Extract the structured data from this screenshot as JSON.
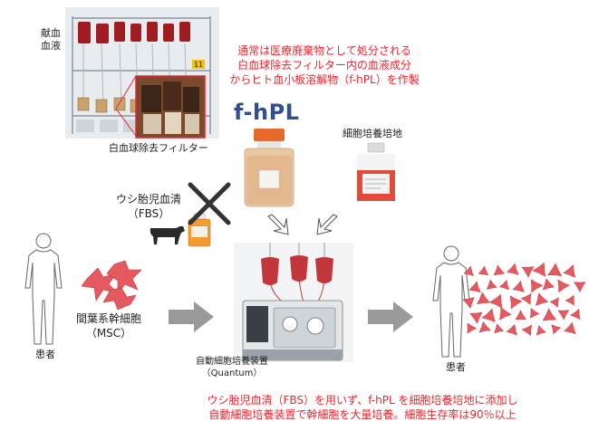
{
  "labels": {
    "donated_blood": [
      "献血",
      "血液"
    ],
    "leukocyte_filter": "白血球除去フィルター",
    "headline": [
      "通常は医療廃棄物として処分される",
      "白血球除去フィルター内の血液成分",
      "からヒト血小板溶解物（f-hPL）を作製"
    ],
    "fhpl": "f-hPL",
    "culture_medium": "細胞培養培地",
    "fbs": [
      "ウシ胎児血清",
      "（FBS）"
    ],
    "msc": [
      "間葉系幹細胞",
      "（MSC）"
    ],
    "patient_left": "患者",
    "patient_right": "患者",
    "device": [
      "自動細胞培養装置",
      "（Quantum）"
    ],
    "footer": [
      "ウシ胎児血清（FBS）を用いず、f-hPL を細胞培養培地に添加し",
      "自動細胞培養装置で幹細胞を大量培養。細胞生存率は90％以上"
    ],
    "bag_tag": "11"
  },
  "colors": {
    "accent_red": "#e8262e",
    "fhpl_blue": "#2f4f8f",
    "cell_red": "#e55a60",
    "arrow_gray": "#9a9a9a"
  }
}
